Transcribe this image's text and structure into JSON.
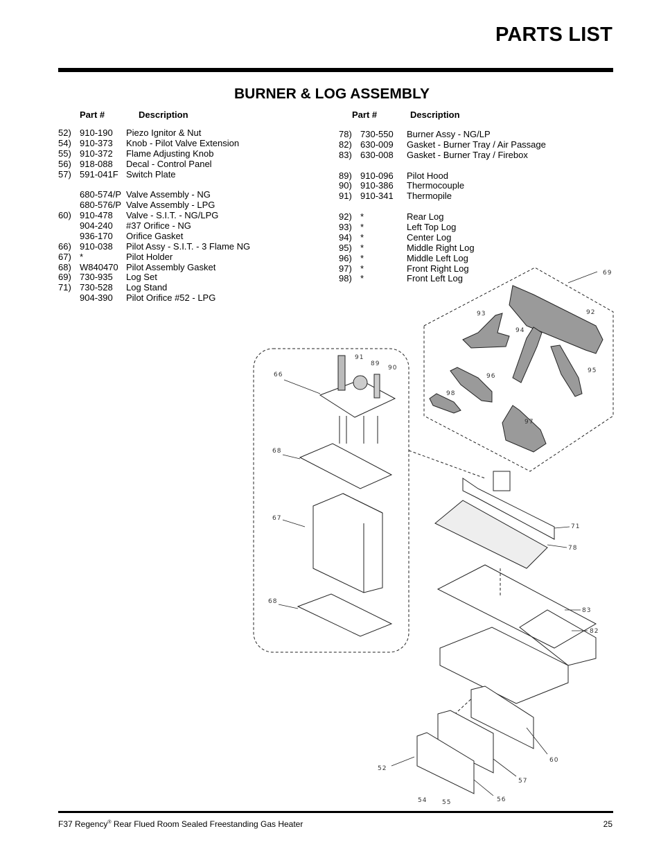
{
  "header": {
    "title": "PARTS LIST"
  },
  "section": {
    "title": "BURNER & LOG ASSEMBLY"
  },
  "columns": {
    "left": {
      "part_label": "Part #",
      "desc_label": "Description"
    },
    "right": {
      "part_label": "Part #",
      "desc_label": "Description"
    }
  },
  "parts_left": [
    {
      "num": "52)",
      "part": "910-190",
      "desc": "Piezo Ignitor & Nut"
    },
    {
      "num": "54)",
      "part": "910-373",
      "desc": "Knob - Pilot Valve Extension"
    },
    {
      "num": "55)",
      "part": "910-372",
      "desc": "Flame Adjusting Knob"
    },
    {
      "num": "56)",
      "part": "918-088",
      "desc": "Decal - Control Panel"
    },
    {
      "num": "57)",
      "part": "591-041F",
      "desc": "Switch Plate"
    },
    {
      "gap": true
    },
    {
      "num": "",
      "part": "680-574/P",
      "desc": "Valve Assembly - NG"
    },
    {
      "num": "",
      "part": "680-576/P",
      "desc": "Valve Assembly - LPG"
    },
    {
      "num": "60)",
      "part": "910-478",
      "desc": "Valve - S.I.T. - NG/LPG"
    },
    {
      "num": "",
      "part": "904-240",
      "desc": "#37 Orifice - NG"
    },
    {
      "num": "",
      "part": "936-170",
      "desc": "Orifice Gasket"
    },
    {
      "num": "66)",
      "part": "910-038",
      "desc": "Pilot Assy - S.I.T. -  3 Flame NG"
    },
    {
      "num": "67)",
      "part": "*",
      "desc": "Pilot Holder"
    },
    {
      "num": "68)",
      "part": "W840470",
      "desc": "Pilot Assembly Gasket"
    },
    {
      "num": "69)",
      "part": "730-935",
      "desc": "Log Set"
    },
    {
      "num": "71)",
      "part": "730-528",
      "desc": "Log Stand"
    },
    {
      "num": "",
      "part": "904-390",
      "desc": "Pilot Orifice #52 - LPG"
    }
  ],
  "parts_right": [
    {
      "num": "78)",
      "part": "730-550",
      "desc": "Burner Assy - NG/LP"
    },
    {
      "num": "82)",
      "part": "630-009",
      "desc": "Gasket - Burner Tray / Air Passage"
    },
    {
      "num": "83)",
      "part": "630-008",
      "desc": "Gasket - Burner Tray / Firebox"
    },
    {
      "gap": true
    },
    {
      "num": "89)",
      "part": "910-096",
      "desc": "Pilot Hood"
    },
    {
      "num": "90)",
      "part": "910-386",
      "desc": "Thermocouple"
    },
    {
      "num": "91)",
      "part": "910-341",
      "desc": "Thermopile"
    },
    {
      "gap": true
    },
    {
      "num": "92)",
      "part": "*",
      "desc": "Rear Log"
    },
    {
      "num": "93)",
      "part": "*",
      "desc": "Left Top Log"
    },
    {
      "num": "94)",
      "part": "*",
      "desc": "Center Log"
    },
    {
      "num": "95)",
      "part": "*",
      "desc": "Middle Right Log"
    },
    {
      "num": "96)",
      "part": "*",
      "desc": "Middle Left Log"
    },
    {
      "num": "97)",
      "part": "*",
      "desc": "Front Right Log"
    },
    {
      "num": "98)",
      "part": "*",
      "desc": "Front Left Log"
    }
  ],
  "diagram": {
    "callouts": [
      "69",
      "92",
      "93",
      "94",
      "95",
      "96",
      "97",
      "98",
      "91",
      "89",
      "90",
      "66",
      "68",
      "67",
      "68",
      "71",
      "78",
      "83",
      "82",
      "60",
      "52",
      "54",
      "55",
      "56",
      "57"
    ]
  },
  "footer": {
    "model": "F37 Regency",
    "reg_mark": "®",
    "description": " Rear Flued Room Sealed Freestanding Gas Heater",
    "page_number": "25"
  }
}
